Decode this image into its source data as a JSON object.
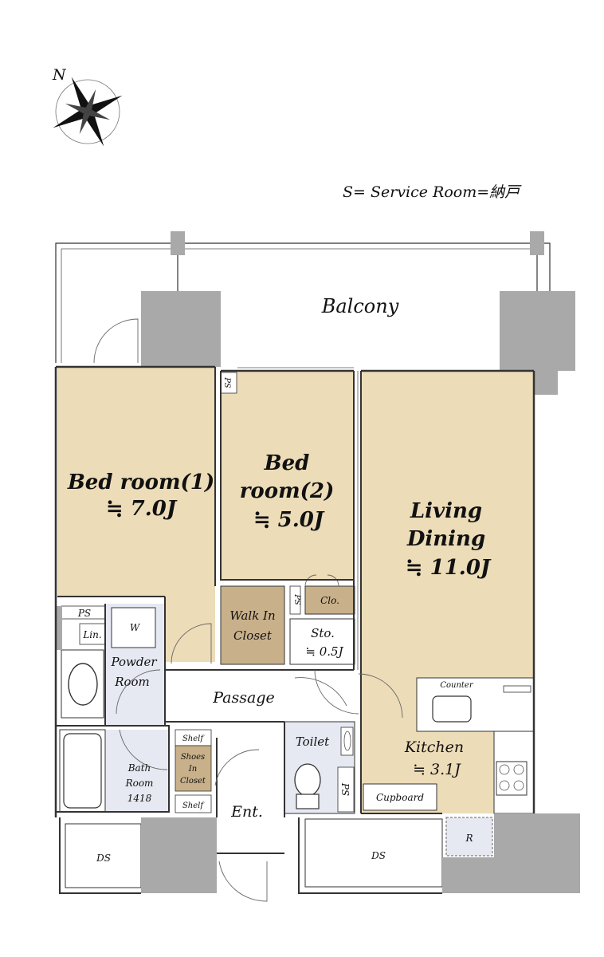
{
  "legend": "S= Service Room=納戸",
  "compass": {
    "north_label": "N"
  },
  "rooms": {
    "balcony": "Balcony",
    "bedroom1_name": "Bed room(1)",
    "bedroom1_size": "≒ 7.0J",
    "bedroom2_name_1": "Bed",
    "bedroom2_name_2": "room(2)",
    "bedroom2_size": "≒ 5.0J",
    "living_1": "Living",
    "living_2": "Dining",
    "living_size": "≒ 11.0J",
    "walk_in_1": "Walk In",
    "walk_in_2": "Closet",
    "clo": "Clo.",
    "sto": "Sto.",
    "sto_size": "≒ 0.5J",
    "ps": "PS",
    "passage": "Passage",
    "powder_1": "Powder",
    "powder_2": "Room",
    "lin": "Lin.",
    "w": "W",
    "bath_1": "Bath",
    "bath_2": "Room",
    "bath_3": "1418",
    "shelf": "Shelf",
    "shoes_1": "Shoes",
    "shoes_2": "In",
    "shoes_3": "Closet",
    "toilet": "Toilet",
    "entrance": "Ent.",
    "kitchen": "Kitchen",
    "kitchen_size": "≒ 3.1J",
    "counter": "Counter",
    "cupboard": "Cupboard",
    "refrigerator": "R",
    "ds": "DS"
  },
  "colors": {
    "room_tan": "#ecdcb8",
    "wet_blue": "#e6e8f2",
    "closet_brown": "#c8b08a",
    "structure_gray": "#a9a9a9"
  }
}
